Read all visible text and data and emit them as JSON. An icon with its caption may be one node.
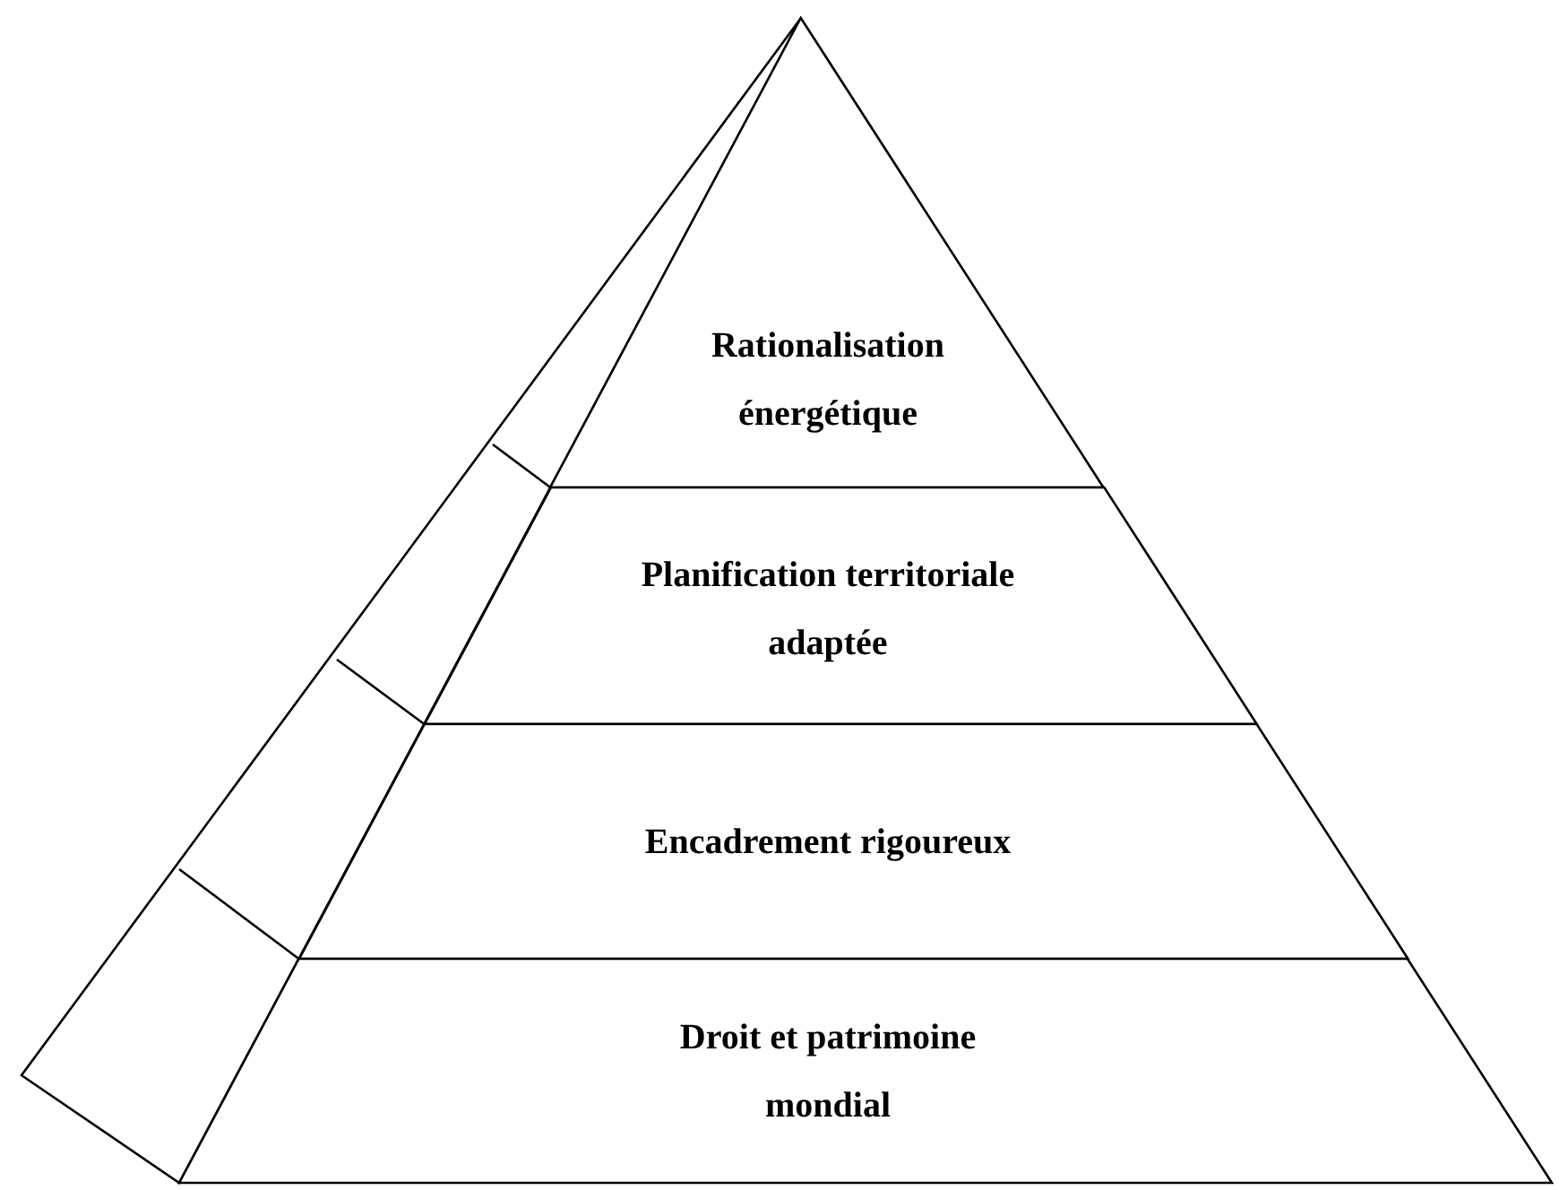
{
  "diagram": {
    "nodes": [
      {
        "text": [
          "Rationalisation énergétique"
        ]
      },
      {
        "text": [
          "Planification territoriale adaptée"
        ]
      },
      {
        "text": [
          "Encadrement rigoureux"
        ]
      },
      {
        "text": [
          "Droit et patrimoine mondial"
        ]
      }
    ]
  }
}
